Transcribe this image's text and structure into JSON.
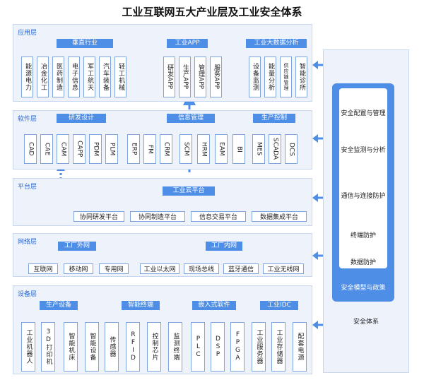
{
  "title": "工业互联网五大产业层及工业安全体系",
  "layers": {
    "app": {
      "label": "应用层",
      "groups": [
        {
          "name": "垂直行业",
          "items": [
            "能源电力",
            "冶金化工",
            "医药制造",
            "电子信息",
            "军工航天",
            "汽车装备",
            "轻工机械"
          ]
        },
        {
          "name": "工业APP",
          "items": [
            "研发APP",
            "生产APP",
            "管理APP",
            "服务APP"
          ]
        },
        {
          "name": "工业大数据分析",
          "items": [
            "设备监测",
            "能量分析",
            "供应链管理",
            "智能诊所"
          ]
        }
      ]
    },
    "software": {
      "label": "软件层",
      "groups": [
        {
          "name": "研发设计",
          "items": [
            "CAD",
            "CAE",
            "CAM",
            "CAPP",
            "PDM",
            "PLM"
          ]
        },
        {
          "name": "信息管理",
          "items": [
            "ERP",
            "FM",
            "CRM",
            "SCM",
            "HRM",
            "EAM",
            "BI"
          ]
        },
        {
          "name": "生产控制",
          "items": [
            "MES",
            "SCADA",
            "DCS"
          ]
        }
      ]
    },
    "platform": {
      "label": "平台层",
      "cloud": "工业云平台",
      "items": [
        "协同研发平台",
        "协同制造平台",
        "信息交易平台",
        "数据集成平台"
      ]
    },
    "network": {
      "label": "网络层",
      "groups": [
        {
          "name": "工厂外网",
          "items": [
            "互联网",
            "移动网",
            "专用网"
          ]
        },
        {
          "name": "工厂内网",
          "items": [
            "工业以太网",
            "现场总线",
            "蓝牙通信",
            "工业无线网"
          ]
        }
      ]
    },
    "device": {
      "label": "设备层",
      "groups": [
        {
          "name": "生产设备",
          "items": [
            "工业机器人",
            "3D打印机",
            "智能机床",
            "智能设备"
          ]
        },
        {
          "name": "智能终端",
          "items": [
            "传感器",
            "RFID",
            "控制芯片",
            "监测终端"
          ]
        },
        {
          "name": "嵌入式软件",
          "items": [
            "PLC",
            "DSP",
            "FPGA"
          ]
        },
        {
          "name": "工业IDC",
          "items": [
            "工业服务器",
            "工业存储器",
            "配套电源"
          ]
        }
      ]
    }
  },
  "security": {
    "items": [
      "安全配置与管理",
      "安全监测与分析",
      "通信与连接防护",
      "终端防护",
      "数据防护"
    ],
    "model": "安全模型与政策",
    "system": "安全体系"
  },
  "colors": {
    "accent": "#4f8ee6",
    "layer_bg": "#eef3fb",
    "border": "#7ea3dd"
  }
}
